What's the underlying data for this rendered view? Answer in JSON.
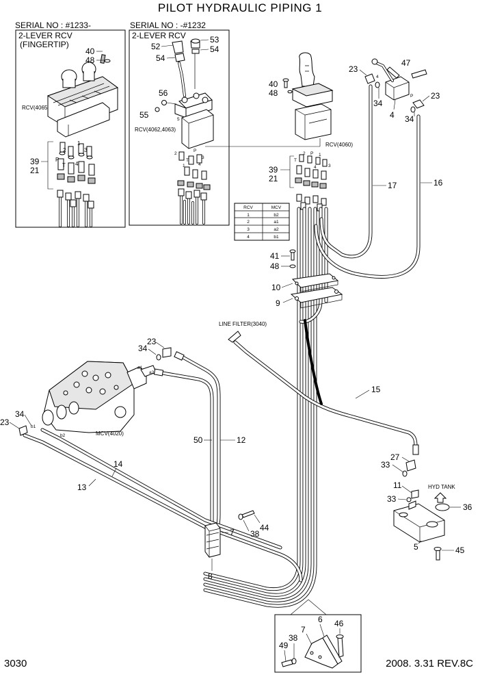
{
  "title": "PILOT HYDRAULIC PIPING 1",
  "inset_left": {
    "serial": "SERIAL NO : #1233-",
    "name_line1": "2-LEVER RCV",
    "name_line2": "(FINGERTIP)",
    "rcv_label": "RCV(4065)",
    "callouts": [
      "40",
      "48",
      "39",
      "21"
    ],
    "ports": [
      "P",
      "T",
      "1",
      "2",
      "3",
      "4"
    ]
  },
  "inset_mid": {
    "serial": "SERIAL NO : -#1232",
    "name_line1": "2-LEVER RCV",
    "rcv_label": "RCV(4062,4063)",
    "callouts": [
      "52",
      "53",
      "54",
      "54",
      "56",
      "55"
    ],
    "ports": [
      "1",
      "2",
      "3",
      "4",
      "P",
      "T",
      "5"
    ]
  },
  "main": {
    "rcv_label": "RCV(4060)",
    "mcv_label": "MCV(4020)",
    "line_filter": "LINE FILTER(3040)",
    "hyd_tank": "HYD TANK",
    "ports_rcv": [
      "1",
      "2",
      "3",
      "4",
      "P",
      "T"
    ],
    "ports_mcv": [
      "a1",
      "a2",
      "b1",
      "b2"
    ],
    "callouts": {
      "c40": "40",
      "c48": "48",
      "c39": "39",
      "c21": "21",
      "c23a": "23",
      "c47": "47",
      "c23b": "23",
      "c34a": "34",
      "c4": "4",
      "c34b": "34",
      "c17": "17",
      "c16": "16",
      "c41": "41",
      "c48b": "48",
      "c10": "10",
      "c9": "9",
      "c23c": "23",
      "c34c": "34",
      "c23d": "23",
      "c34d": "34",
      "c50": "50",
      "c12": "12",
      "c14": "14",
      "c13": "13",
      "c15": "15",
      "c27": "27",
      "c33a": "33",
      "c11": "11",
      "c33b": "33",
      "c36": "36",
      "c5": "5",
      "c45": "45",
      "c44": "44",
      "c38": "38",
      "c7": "7",
      "c8": "8",
      "c6": "6",
      "c7b": "7",
      "c46": "46",
      "c38b": "38",
      "c49": "49"
    }
  },
  "table": {
    "headers": [
      "RCV",
      "MCV"
    ],
    "rows": [
      [
        "1",
        "b2"
      ],
      [
        "2",
        "a1"
      ],
      [
        "3",
        "a2"
      ],
      [
        "4",
        "b1"
      ]
    ]
  },
  "footer": {
    "page": "3030",
    "revision": "2008. 3.31  REV.8C"
  }
}
